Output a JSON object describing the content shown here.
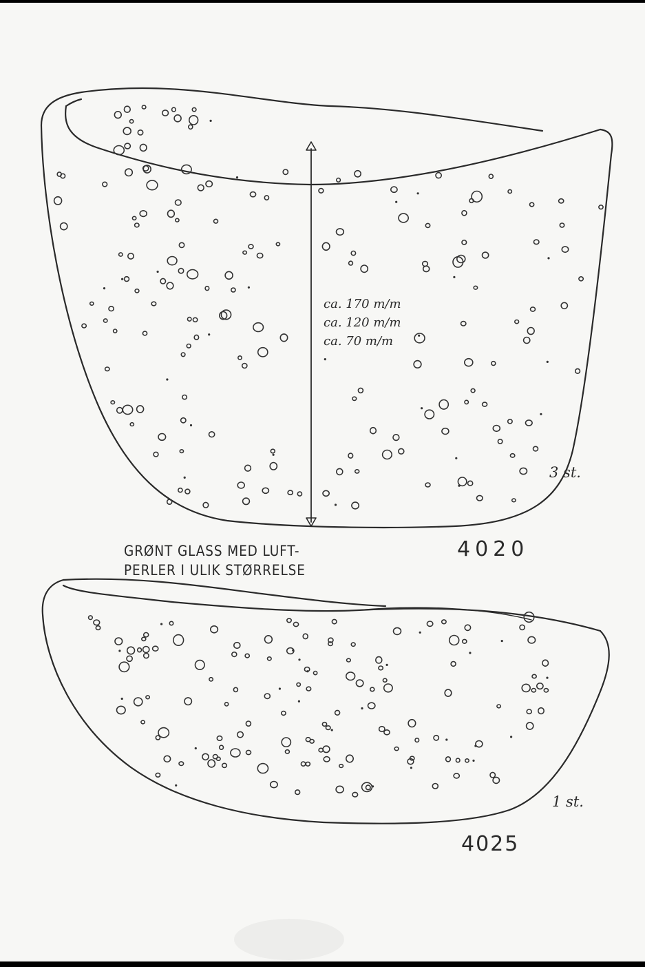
{
  "caption": {
    "line1": "GRØNT GLASS MED LUFT-",
    "line2": "PERLER I ULIK STØRRELSE"
  },
  "dimensions": [
    "ca. 170 m/m",
    "ca. 120 m/m",
    "ca. 70 m/m"
  ],
  "bowls": [
    {
      "model": "4020",
      "count": "3 st."
    },
    {
      "model": "4025",
      "count": "1 st."
    }
  ]
}
